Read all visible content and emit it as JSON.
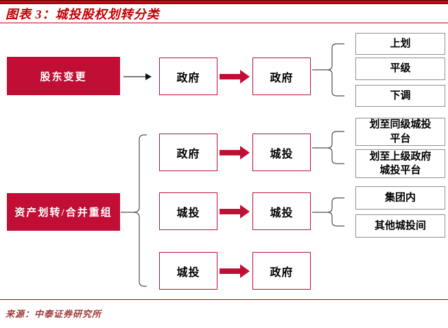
{
  "header": {
    "title": "图表 3：城投股权划转分类"
  },
  "footer": {
    "source": "来源：中泰证券研究所"
  },
  "colors": {
    "crimson_fill": "#c10e34",
    "node_border": "#c10e34",
    "title_red": "#c00000",
    "rule_red": "#c00000",
    "source_red": "#9e3a38",
    "leaf_border": "#8f8f8f",
    "brace_gray": "#4d4d4d",
    "text_black": "#000000"
  },
  "icons": {
    "thin_arrow": "thin-right-arrow",
    "block_arrow": "red-block-right-arrow",
    "brace": "curly-brace-group"
  },
  "diagram": {
    "categories": [
      {
        "label": "股东变更",
        "flows": [
          {
            "from": "政府",
            "to": "政府",
            "outcomes": [
              "上划",
              "平级",
              "下调"
            ]
          }
        ]
      },
      {
        "label": "资产划转/合并重组",
        "flows": [
          {
            "from": "政府",
            "to": "城投",
            "outcomes": [
              "划至同级城投平台",
              "划至上级政府城投平台"
            ]
          },
          {
            "from": "城投",
            "to": "城投",
            "outcomes": [
              "集团内",
              "其他城投间"
            ]
          },
          {
            "from": "城投",
            "to": "政府",
            "outcomes": []
          }
        ]
      }
    ]
  }
}
